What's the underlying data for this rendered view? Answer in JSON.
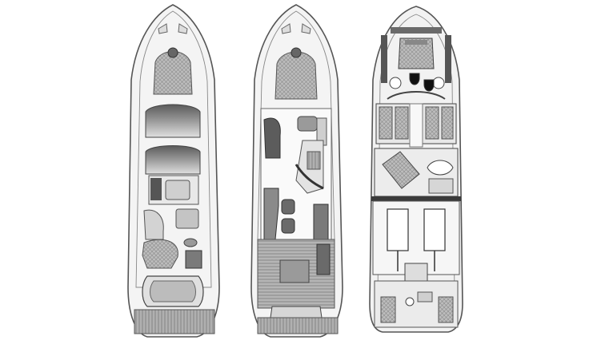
{
  "figure": {
    "views": [
      {
        "id": "flybridge",
        "type": "deck-plan"
      },
      {
        "id": "main-deck",
        "type": "deck-plan"
      },
      {
        "id": "lower-deck",
        "type": "deck-plan"
      }
    ],
    "colors": {
      "background": "#ffffff",
      "hull_outline": "#555555",
      "hull_fill": "#f3f3f3",
      "furniture": "#cfcfcf",
      "dark_furniture": "#6a6a6a",
      "teak": "#9a9a9a"
    }
  }
}
